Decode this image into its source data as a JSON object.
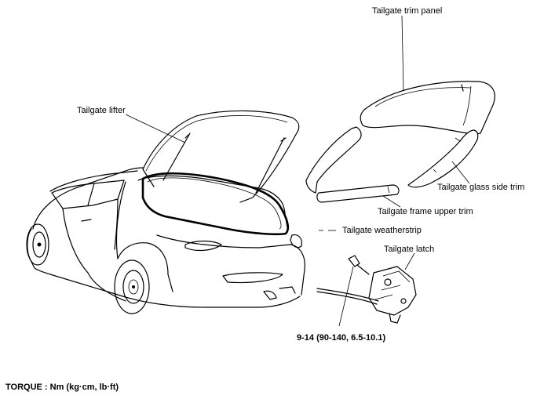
{
  "labels": {
    "trim_panel": "Tailgate trim panel",
    "lifter": "Tailgate lifter",
    "glass_side_trim": "Tailgate glass side trim",
    "frame_upper_trim": "Tailgate frame upper trim",
    "weatherstrip": "Tailgate weatherstrip",
    "latch": "Tailgate latch",
    "torque_value": "9-14 (90-140, 6.5-10.1)",
    "torque_legend": "TORQUE : Nm (kg·cm, lb·ft)"
  }
}
